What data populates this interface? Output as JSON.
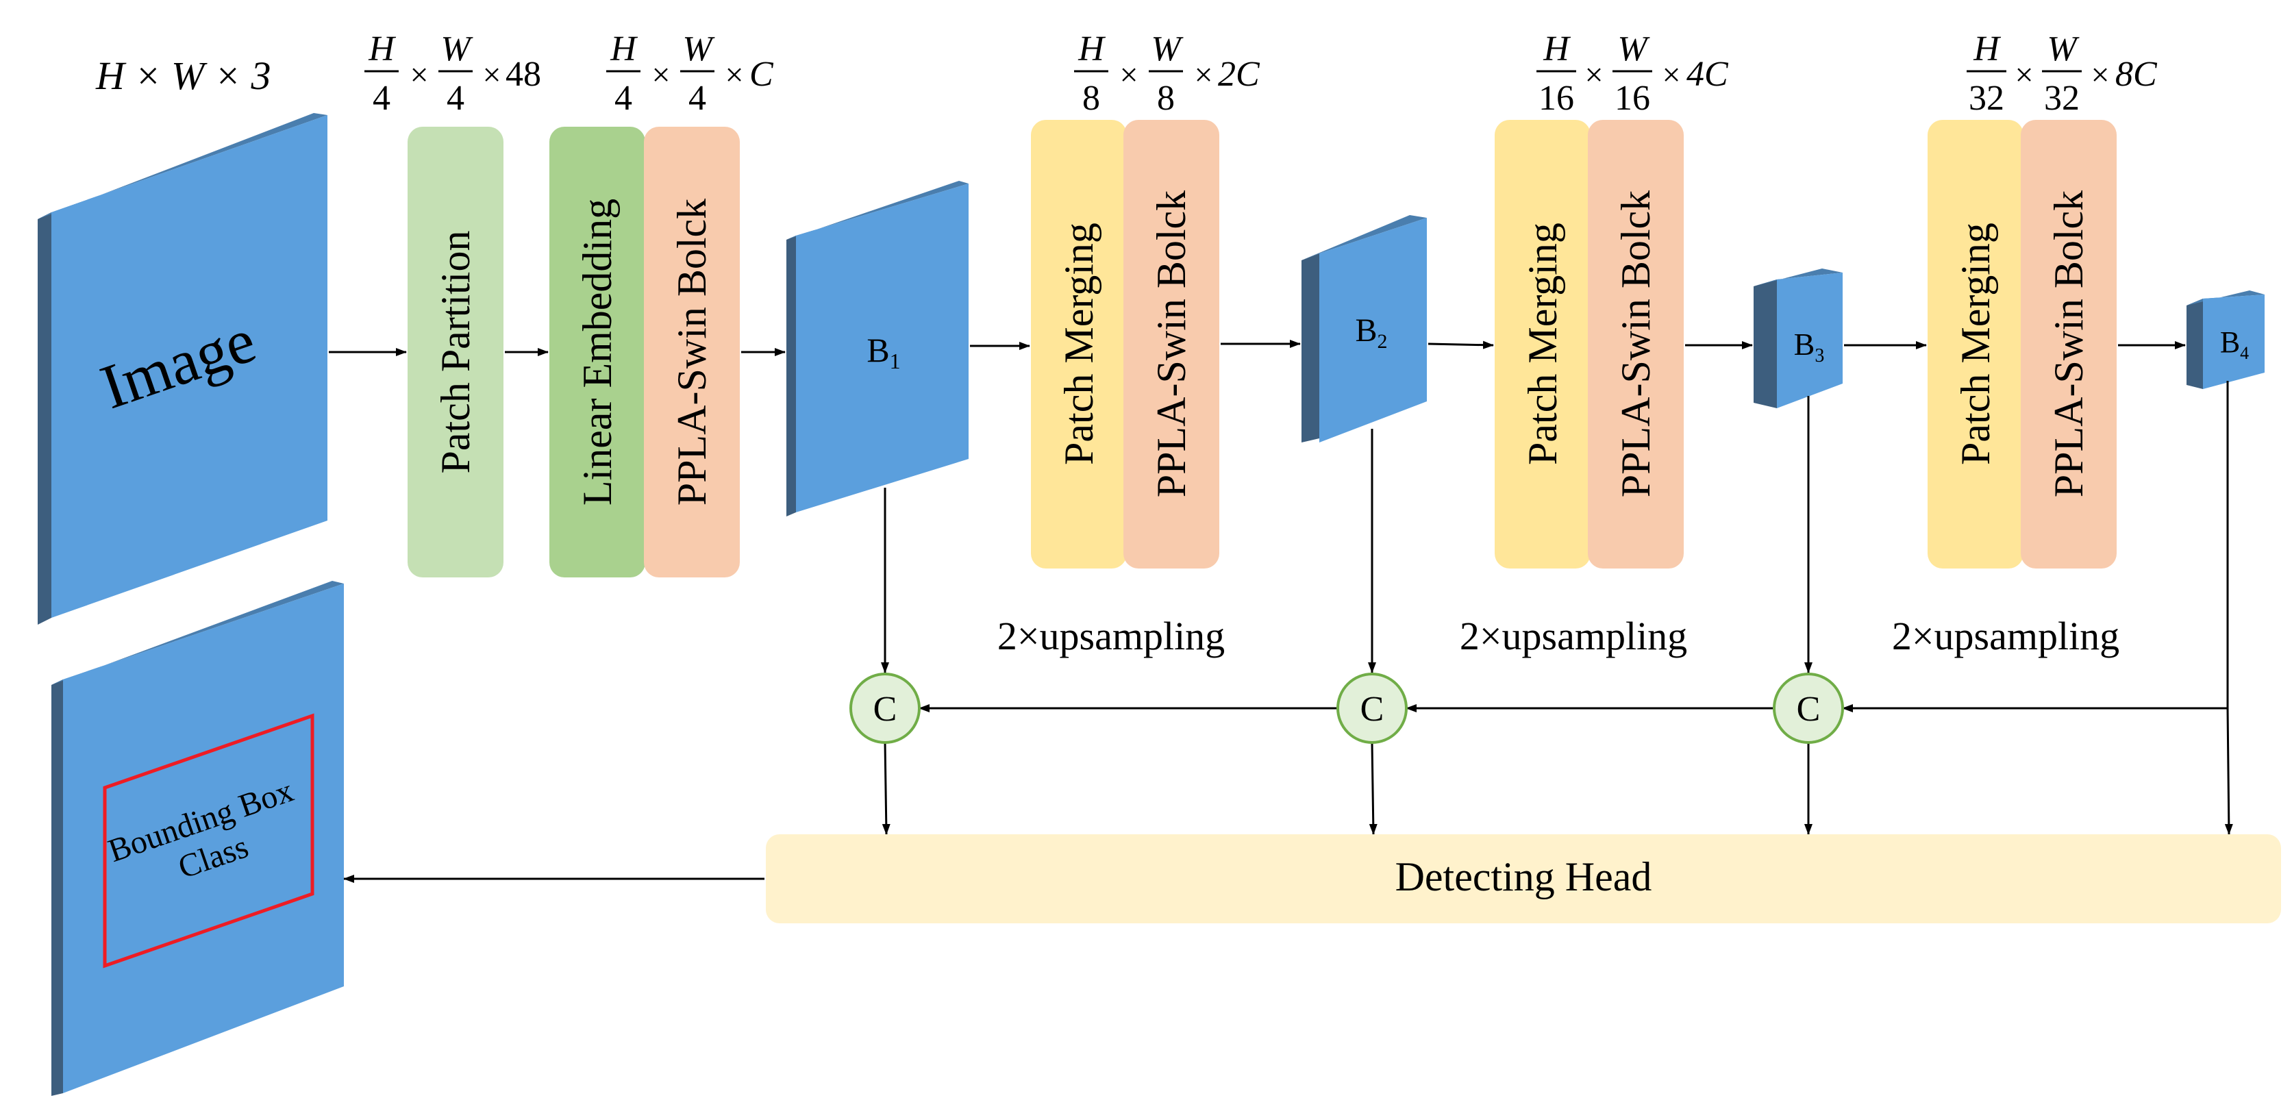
{
  "input": {
    "dim_label": "H × W × 3",
    "block_label": "Image"
  },
  "stage1": {
    "dim_label": {
      "h_num": "H",
      "h_den": "4",
      "w_num": "W",
      "w_den": "4",
      "suffix": "48"
    },
    "partition_label": "Patch Partition"
  },
  "stage1b": {
    "dim_label": {
      "h_num": "H",
      "h_den": "4",
      "w_num": "W",
      "w_den": "4",
      "suffix": "C"
    },
    "embedding_label": "Linear Embedding",
    "swin_label": "PPLA-Swin Bolck"
  },
  "stage2": {
    "dim_label": {
      "h_num": "H",
      "h_den": "8",
      "w_num": "W",
      "w_den": "8",
      "suffix": "2C"
    },
    "merging_label": "Patch Merging",
    "swin_label": "PPLA-Swin Bolck"
  },
  "stage3": {
    "dim_label": {
      "h_num": "H",
      "h_den": "16",
      "w_num": "W",
      "w_den": "16",
      "suffix": "4C"
    },
    "merging_label": "Patch Merging",
    "swin_label": "PPLA-Swin Bolck"
  },
  "stage4": {
    "dim_label": {
      "h_num": "H",
      "h_den": "32",
      "w_num": "W",
      "w_den": "32",
      "suffix": "8C"
    },
    "merging_label": "Patch Merging",
    "swin_label": "PPLA-Swin Bolck"
  },
  "features": {
    "b1": {
      "letter": "B",
      "sub": "1"
    },
    "b2": {
      "letter": "B",
      "sub": "2"
    },
    "b3": {
      "letter": "B",
      "sub": "3"
    },
    "b4": {
      "letter": "B",
      "sub": "4"
    }
  },
  "upsampling_label": "2×upsampling",
  "concat_label": "C",
  "head_label": "Detecting Head",
  "output": {
    "line1": "Bounding Box",
    "line2": "Class"
  },
  "colors": {
    "block_blue": "#5b9fdd",
    "block_edge": "#3d5e7e",
    "partition_green": "#c5e0b4",
    "embedding_green": "#a9d18e",
    "swin_salmon": "#f8cbad",
    "merging_yellow": "#ffe699",
    "head_cream": "#fff2cc",
    "concat_fill": "#e2f0d9",
    "concat_stroke": "#70ad47",
    "box_red": "#ee1c24"
  }
}
